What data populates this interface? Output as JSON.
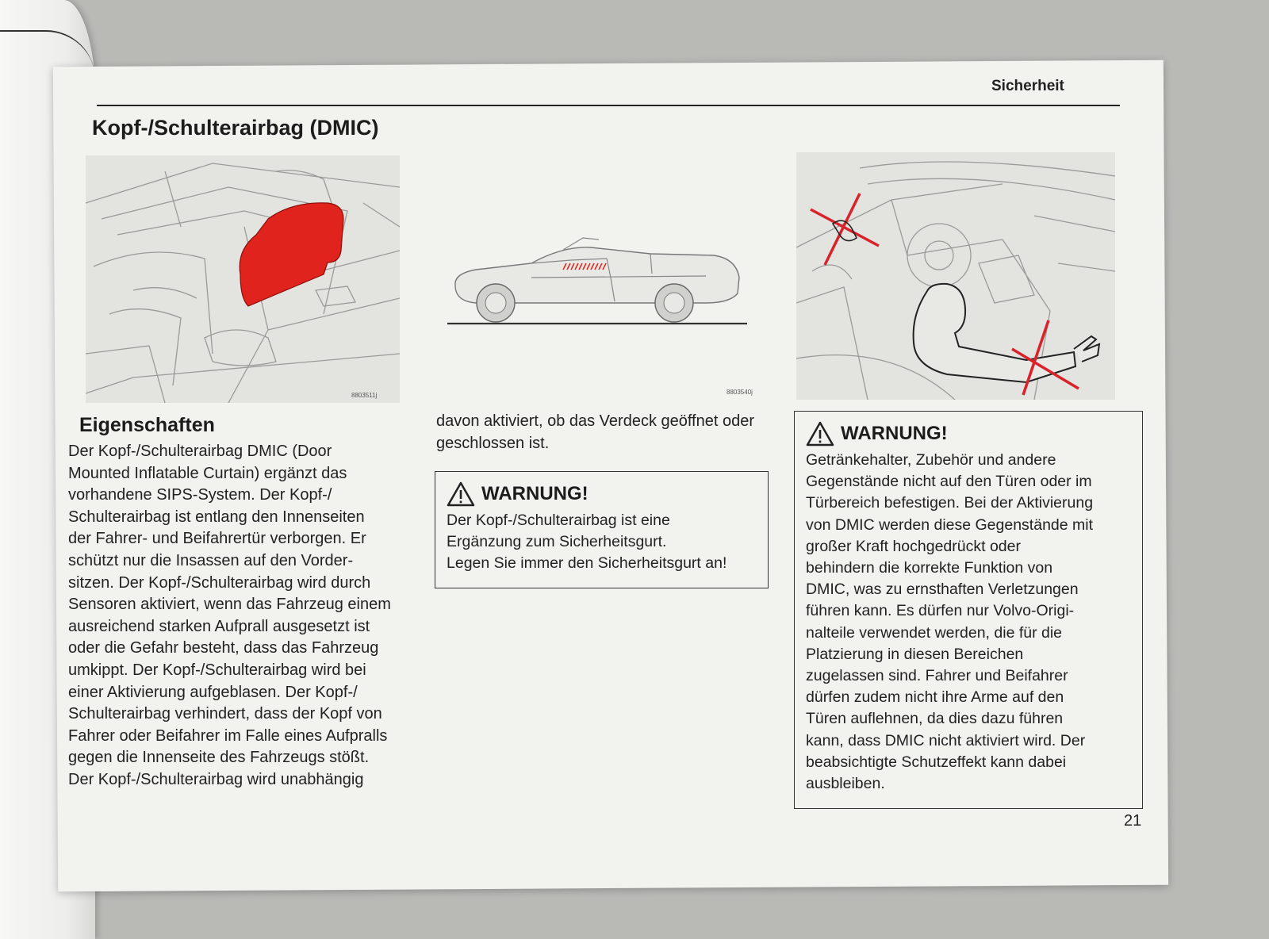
{
  "header": {
    "section": "Sicherheit"
  },
  "title": "Kopf-/Schulterairbag (DMIC)",
  "figures": {
    "fig1_code": "8803511j",
    "fig2_code": "8803540j"
  },
  "section_heading": "Eigenschaften",
  "col1_lines": [
    "Der Kopf-/Schulterairbag DMIC (Door",
    "Mounted Inflatable Curtain) ergänzt das",
    "vorhandene SIPS-System. Der Kopf-/",
    "Schulterairbag ist entlang den Innenseiten",
    "der Fahrer- und Beifahrertür verborgen. Er",
    "schützt nur die Insassen auf den Vorder-",
    "sitzen. Der Kopf-/Schulterairbag wird durch",
    "Sensoren aktiviert, wenn das Fahrzeug einem",
    "ausreichend starken Aufprall ausgesetzt ist",
    "oder die Gefahr besteht, dass das Fahrzeug",
    "umkippt. Der Kopf-/Schulterairbag wird bei",
    "einer Aktivierung aufgeblasen. Der Kopf-/",
    "Schulterairbag verhindert, dass der Kopf von",
    "Fahrer oder Beifahrer im Falle eines Aufpralls",
    "gegen die Innenseite des Fahrzeugs stößt.",
    "Der Kopf-/Schulterairbag wird unabhängig"
  ],
  "col2_lines": [
    "davon aktiviert, ob das Verdeck geöffnet oder",
    "geschlossen ist."
  ],
  "warning1": {
    "title": "WARNUNG!",
    "lines": [
      "Der Kopf-/Schulterairbag ist eine",
      "Ergänzung zum Sicherheitsgurt.",
      "Legen Sie immer den Sicherheitsgurt an!"
    ]
  },
  "warning2": {
    "title": "WARNUNG!",
    "lines": [
      "Getränkehalter, Zubehör und andere",
      "Gegenstände nicht auf den Türen oder im",
      "Türbereich befestigen. Bei der Aktivierung",
      "von DMIC werden diese Gegenstände mit",
      "großer Kraft hochgedrückt oder",
      "behindern die korrekte Funktion von",
      "DMIC, was zu ernsthaften Verletzungen",
      "führen kann. Es dürfen nur Volvo-Origi-",
      "nalteile verwendet werden, die für die",
      "Platzierung in diesen Bereichen",
      "zugelassen sind. Fahrer und Beifahrer",
      "dürfen zudem nicht ihre Arme auf den",
      "Türen auflehnen, da dies dazu führen",
      "kann, dass DMIC nicht aktiviert wird. Der",
      "beabsichtigte Schutzeffekt kann dabei",
      "ausbleiben."
    ]
  },
  "page_number": "21",
  "colors": {
    "airbag": "#e0231c",
    "cross": "#d9232a"
  }
}
